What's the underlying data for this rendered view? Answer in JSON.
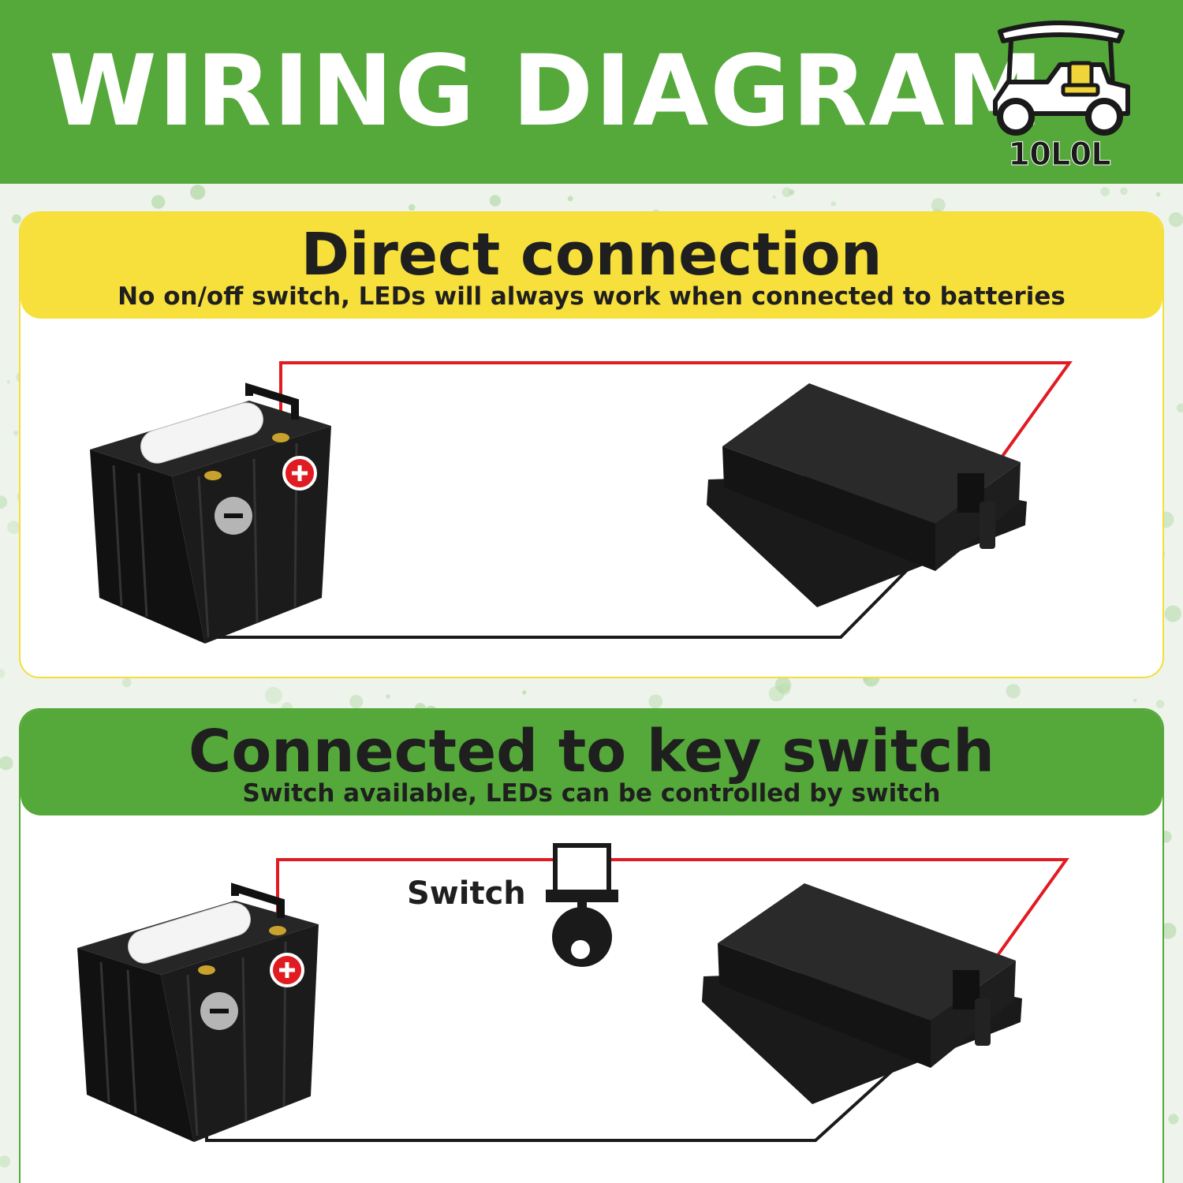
{
  "header": {
    "title": "WIRING DIAGRAM",
    "logo_text": "10L0L",
    "logo_icon": "golf-cart-icon"
  },
  "colors": {
    "brand_green": "#55a83a",
    "accent_yellow": "#f7e03c",
    "positive_wire": "#e11b22",
    "negative_wire": "#1a1a1a"
  },
  "sections": [
    {
      "title": "Direct connection",
      "subtitle": "No on/off switch, LEDs will always work when connected to batteries",
      "components": [
        "battery-icon",
        "led-controller-box-icon"
      ]
    },
    {
      "title": "Connected to key switch",
      "subtitle": "Switch available, LEDs can be controlled by switch",
      "switch_label": "Switch",
      "components": [
        "battery-icon",
        "key-switch-icon",
        "led-controller-box-icon"
      ]
    }
  ]
}
